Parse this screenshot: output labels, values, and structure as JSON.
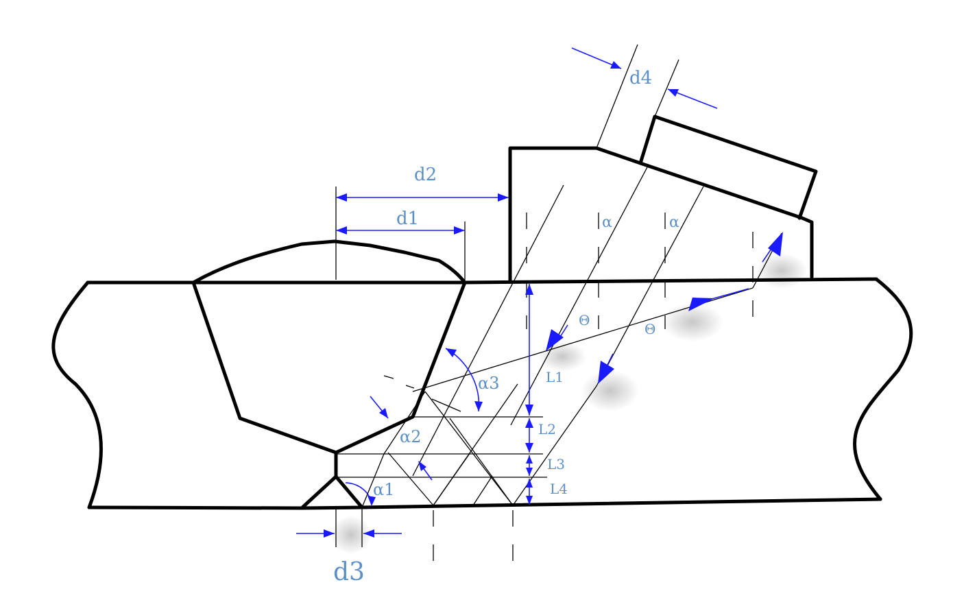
{
  "labels": {
    "d1": "d1",
    "d2": "d2",
    "d3": "d3",
    "d4": "d4",
    "L1": "L1",
    "L2": "L2",
    "L3": "L3",
    "L4": "L4",
    "alpha_left": "α",
    "alpha_right": "α",
    "theta_left": "Θ",
    "theta_right": "Θ",
    "a1": "α1",
    "a2": "α2",
    "a3": "α3"
  },
  "colors": {
    "outline": "#000000",
    "dimension": "#1a1aff",
    "label": "#5b8fc5"
  }
}
